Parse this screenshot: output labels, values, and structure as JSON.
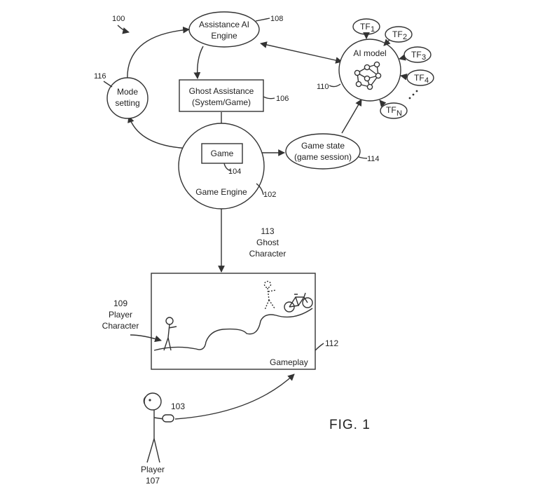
{
  "figure": {
    "label": "FIG. 1",
    "ref": "100"
  },
  "nodes": {
    "assistance_ai": {
      "line1": "Assistance AI",
      "line2": "Engine",
      "ref": "108"
    },
    "ai_model": {
      "label": "AI model",
      "ref": "110"
    },
    "training": [
      {
        "base": "TF",
        "sub": "1"
      },
      {
        "base": "TF",
        "sub": "2"
      },
      {
        "base": "TF",
        "sub": "3"
      },
      {
        "base": "TF",
        "sub": "4"
      },
      {
        "base": "TF",
        "sub": "N"
      }
    ],
    "mode": {
      "line1": "Mode",
      "line2": "setting",
      "ref": "116"
    },
    "ghost": {
      "line1": "Ghost Assistance",
      "line2": "(System/Game)",
      "ref": "106"
    },
    "game": {
      "label": "Game",
      "ref": "104"
    },
    "game_engine": {
      "label": "Game Engine",
      "ref": "102"
    },
    "game_state": {
      "line1": "Game state",
      "line2": "(game session)",
      "ref": "114"
    }
  },
  "gameplay": {
    "label": "Gameplay",
    "ref": "112",
    "ghost_ref": "113",
    "ghost_line1": "Ghost",
    "ghost_line2": "Character",
    "player_char_ref": "109",
    "player_char_line1": "Player",
    "player_char_line2": "Character"
  },
  "player": {
    "label": "Player",
    "ref": "107",
    "controller_ref": "103"
  }
}
